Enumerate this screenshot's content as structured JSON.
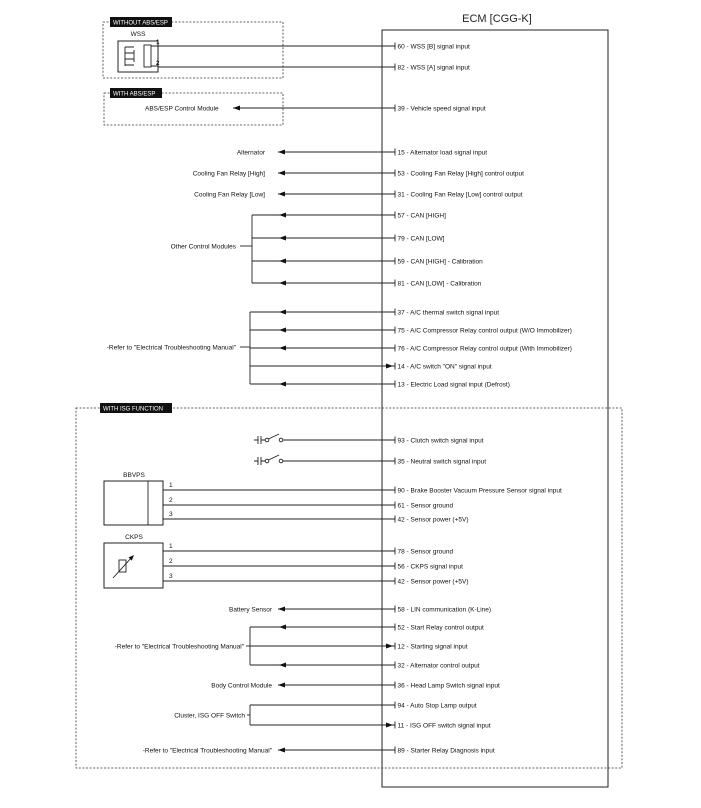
{
  "ecm": {
    "title": "ECM [CGG-K]"
  },
  "sections": {
    "without_abs_esp": "WITHOUT ABS/ESP",
    "with_abs_esp": "WITH ABS/ESP",
    "with_isg_function": "WITH ISG FUNCTION"
  },
  "components": {
    "wss": {
      "name": "WSS",
      "pins": [
        "1",
        "2"
      ]
    },
    "bbvps": {
      "name": "BBVPS",
      "pins": [
        "1",
        "2",
        "3"
      ]
    },
    "ckps": {
      "name": "CKPS",
      "pins": [
        "1",
        "2",
        "3"
      ]
    }
  },
  "devices": {
    "abs_esp_module": "ABS/ESP Control Module",
    "alternator": "Alternator",
    "cooling_fan_high": "Cooling Fan Relay [High]",
    "cooling_fan_low": "Cooling Fan Relay [Low]",
    "other_control_modules": "Other Control Modules",
    "refer_manual_ac": "-Refer to \"Electrical Troubleshooting Manual\"",
    "battery_sensor": "Battery Sensor",
    "refer_manual_start": "-Refer to \"Electrical Troubleshooting Manual\"",
    "body_control_module": "Body Control Module",
    "cluster_isg_off_switch": "Cluster, ISG OFF Switch",
    "refer_manual_starter": "-Refer to \"Electrical Troubleshooting Manual\""
  },
  "ecm_pins": [
    "60 - WSS [B] signal input",
    "82 - WSS [A] signal input",
    "39 - Vehicle speed signal input",
    "15 - Alternator load signal input",
    "53 - Cooling Fan Relay [High] control output",
    "31 - Cooling Fan Relay [Low] control output",
    "57 - CAN [HIGH]",
    "79 - CAN [LOW]",
    "59 - CAN [HIGH] - Calibration",
    "81 - CAN [LOW] - Calibration",
    "37 - A/C thermal switch signal input",
    "75 - A/C Compressor Relay control output (W/O Immobilizer)",
    "76 - A/C Compressor Relay control output (With Immobilizer)",
    "14 - A/C switch \"ON\" signal input",
    "13 - Electric Load signal input (Defrost)",
    "93 - Clutch switch signal input",
    "35 - Neutral switch signal input",
    "90 - Brake Booster Vacuum Pressure Sensor signal input",
    "61 - Sensor ground",
    "42 - Sensor power (+5V)",
    "78 - Sensor ground",
    "56 - CKPS signal input",
    "42 - Sensor power (+5V)",
    "58 - LIN communication (K-Line)",
    "52 - Start Relay control output",
    "12 - Starting signal input",
    "32 - Alternator control output",
    "36 - Head Lamp Switch signal input",
    "94 - Auto Stop Lamp output",
    "11 - ISG OFF switch signal input",
    "89 - Starter Relay Diagnosis input"
  ]
}
